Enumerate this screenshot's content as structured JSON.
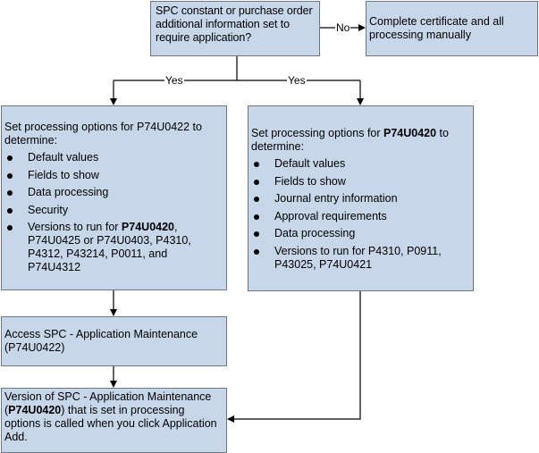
{
  "decision": {
    "question": "SPC constant or purchase order additional information set to require application?"
  },
  "manual_box": {
    "text": "Complete certificate and all processing manually"
  },
  "labels": {
    "no": "No",
    "yes_left": "Yes",
    "yes_right": "Yes"
  },
  "left_options": {
    "intro": "Set processing options for P74U0422 to determine:",
    "items": [
      "Default values",
      "Fields to show",
      "Data processing",
      "Security"
    ],
    "versions_prefix": "Versions to run for ",
    "versions_bold": "P74U0420",
    "versions_rest": ", P74U0425 or P74U0403, P4310, P4312, P43214, P0011, and P74U4312"
  },
  "right_options": {
    "intro_prefix": "Set processing options for ",
    "intro_bold": "P74U0420",
    "intro_suffix": " to determine:",
    "items": [
      "Default values",
      "Fields to show",
      "Journal entry information",
      "Approval requirements",
      "Data processing",
      "Versions to run for P4310, P0911, P43025, P74U0421"
    ]
  },
  "access_box": {
    "text": "Access SPC - Application Maintenance (P74U0422)"
  },
  "version_box": {
    "prefix": "Version of SPC - Application Maintenance (",
    "bold": "P74U0420",
    "suffix": ") that is set in processing options is called when you click Application Add."
  }
}
